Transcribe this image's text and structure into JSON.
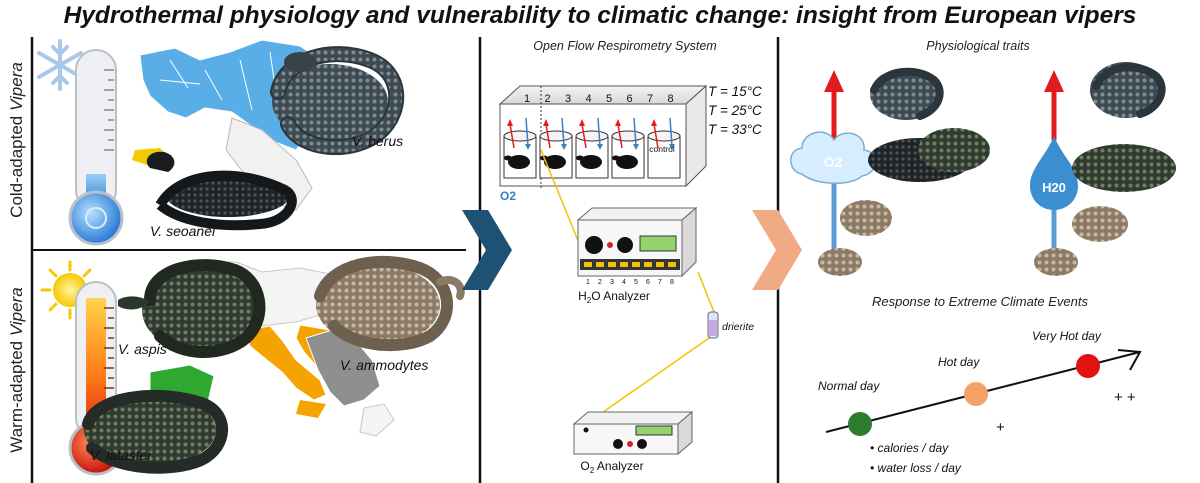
{
  "title": "Hydrothermal physiology and vulnerability to climatic change: insight from European vipers",
  "left_panel": {
    "cold_label_prefix": "Cold-adapted ",
    "cold_label_genus": "Vipera",
    "warm_label_prefix": "Warm-adapted ",
    "warm_label_genus": "Vipera",
    "species": [
      "V. berus",
      "V. seoanei",
      "V. aspis",
      "V. ammodytes",
      "V. latastei"
    ]
  },
  "middle_panel": {
    "heading": "Open Flow Respirometry System",
    "chamber_numbers": [
      "1",
      "2",
      "3",
      "4",
      "5",
      "6",
      "7",
      "8"
    ],
    "control_label": "control",
    "temperatures": [
      "T = 15°C",
      "T = 25°C",
      "T = 33°C"
    ],
    "o2_label": "O2",
    "h2o_analyzer_label": "H2O Analyzer",
    "drierite_label": "drierite",
    "o2_analyzer_label": "O2 Analyzer",
    "analyzer_port_numbers": [
      "1",
      "2",
      "3",
      "4",
      "5",
      "6",
      "7",
      "8"
    ]
  },
  "right_panel": {
    "heading": "Physiological traits",
    "o2_cloud_label": "O2",
    "h2o_drop_label": "H20",
    "response_heading": "Response to Extreme Climate Events",
    "normal_day": "Normal day",
    "hot_day": "Hot day",
    "very_hot_day": "Very Hot day",
    "plus_one": "+",
    "plus_two": "+ +",
    "bullets": [
      "• calories / day",
      "• water loss / day"
    ]
  },
  "colors": {
    "dividers": "#111111",
    "cold_region": "#5aaee8",
    "spain_yellow": "#f2cc00",
    "italy_orange": "#f5a300",
    "balkan_grey": "#8f8f8f",
    "france_green": "#2fa82f",
    "chevron_left": "#1d5275",
    "chevron_right": "#f0ab84",
    "arrow_red": "#e21c1c",
    "arrow_blue": "#5b9bd5",
    "normal_day": "#2e7d2e",
    "hot_day": "#f5a26a",
    "very_hot_day": "#e21212"
  }
}
